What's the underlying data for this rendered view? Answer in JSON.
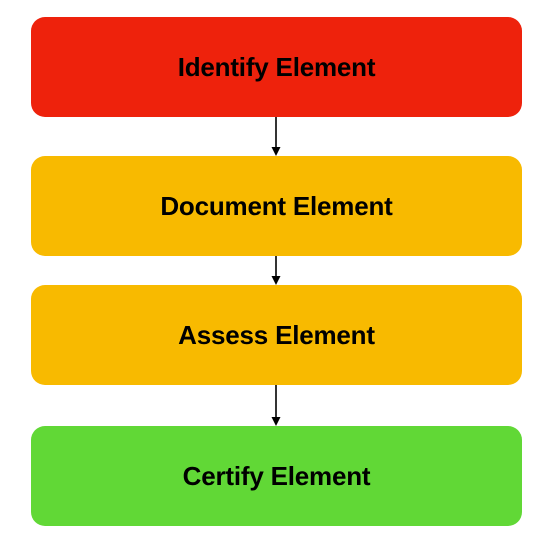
{
  "steps": [
    {
      "label": "Identify Element",
      "color": "#ee220c"
    },
    {
      "label": "Document Element",
      "color": "#f8ba00"
    },
    {
      "label": "Assess Element",
      "color": "#f8ba00"
    },
    {
      "label": "Certify Element",
      "color": "#61d836"
    }
  ],
  "connector_color": "#000000"
}
